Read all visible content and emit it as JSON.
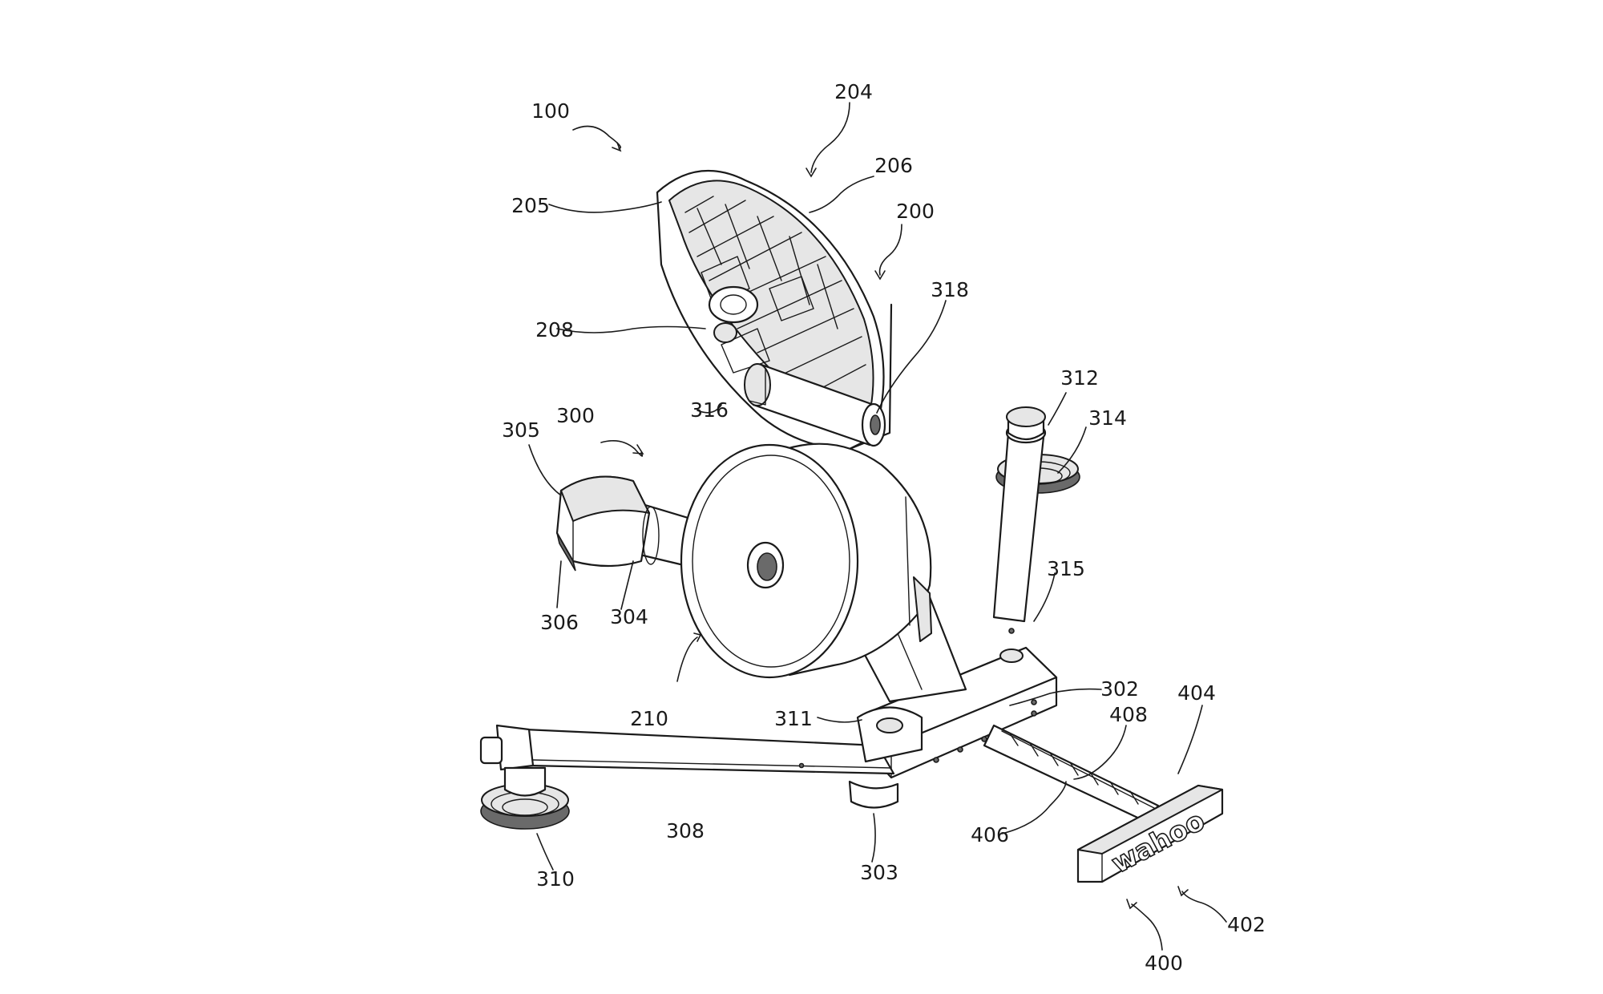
{
  "figure": {
    "brand_text": "wahoo",
    "labels": {
      "r100": "100",
      "r204": "204",
      "r206": "206",
      "r205": "205",
      "r200": "200",
      "r318": "318",
      "r208": "208",
      "r316": "316",
      "r312": "312",
      "r314": "314",
      "r305": "305",
      "r300": "300",
      "r315": "315",
      "r306": "306",
      "r304": "304",
      "r210": "210",
      "r302": "302",
      "r311": "311",
      "r404": "404",
      "r408": "408",
      "r308": "308",
      "r406": "406",
      "r310": "310",
      "r303": "303",
      "r402": "402",
      "r400": "400"
    }
  }
}
